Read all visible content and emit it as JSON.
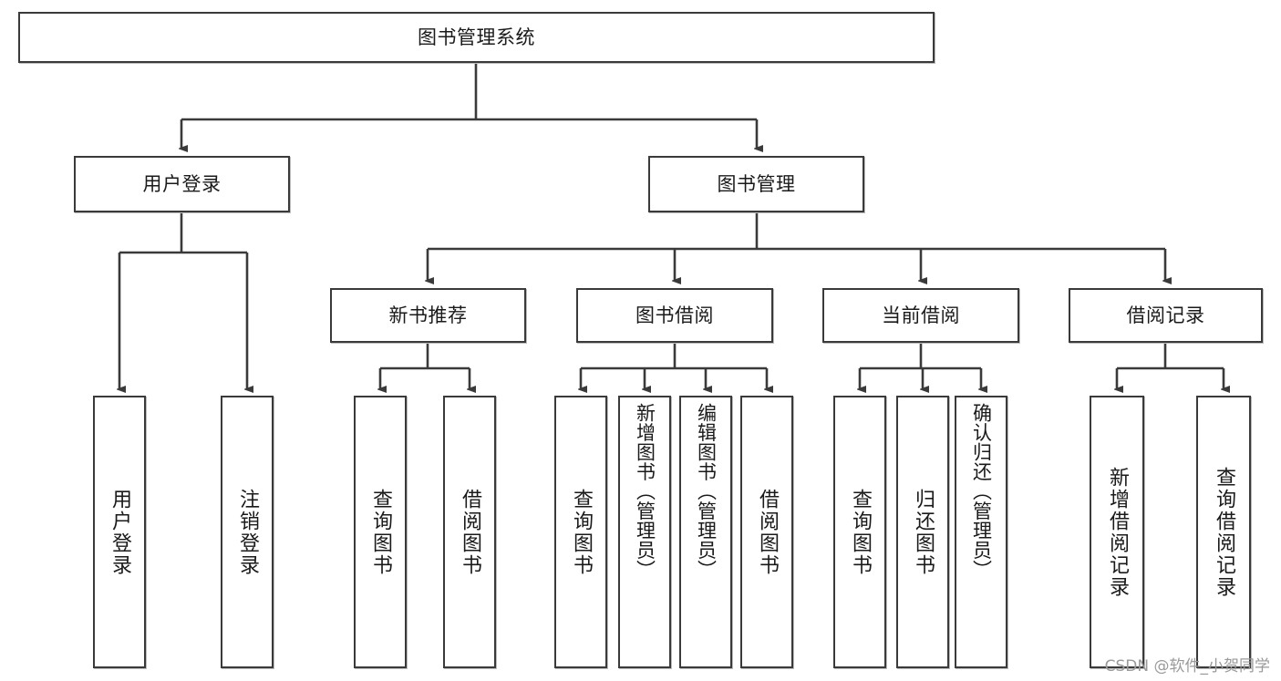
{
  "diagram": {
    "title": "图书管理系统",
    "type": "tree-hierarchy-diagram",
    "watermark": "CSDN @软件_小贺同学",
    "style": {
      "box_border_color": "#3a3a3a",
      "box_fill_color": "#ffffff",
      "line_color": "#3a3a3a",
      "text_color": "#1a1a1a",
      "background_color": "#ffffff",
      "watermark_color": "#9a9a9a"
    },
    "levels": {
      "root": "图书管理系统",
      "level2": [
        "用户登录",
        "图书管理"
      ],
      "level3": [
        "新书推荐",
        "图书借阅",
        "当前借阅",
        "借阅记录"
      ],
      "level4_count": 13
    }
  },
  "nodes": {
    "root": {
      "label": "图书管理系统"
    },
    "user_login": {
      "label": "用户登录"
    },
    "book_mgmt": {
      "label": "图书管理"
    },
    "new_book_rec": {
      "label": "新书推荐"
    },
    "book_borrow": {
      "label": "图书借阅"
    },
    "current_borrow": {
      "label": "当前借阅"
    },
    "borrow_record": {
      "label": "借阅记录"
    },
    "leaf_user_login": {
      "label": "用户登录"
    },
    "leaf_logout": {
      "label": "注销登录"
    },
    "leaf_query_book_a": {
      "label": "查询图书"
    },
    "leaf_borrow_book_a": {
      "label": "借阅图书"
    },
    "leaf_query_book_b": {
      "label": "查询图书"
    },
    "leaf_add_book": {
      "label": "新增图书（管理员）"
    },
    "leaf_edit_book": {
      "label": "编辑图书（管理员）"
    },
    "leaf_borrow_book_b": {
      "label": "借阅图书"
    },
    "leaf_query_book_c": {
      "label": "查询图书"
    },
    "leaf_return_book": {
      "label": "归还图书"
    },
    "leaf_confirm_return": {
      "label": "确认归还（管理员）"
    },
    "leaf_add_record": {
      "label": "新增借阅记录"
    },
    "leaf_query_record": {
      "label": "查询借阅记录"
    }
  }
}
